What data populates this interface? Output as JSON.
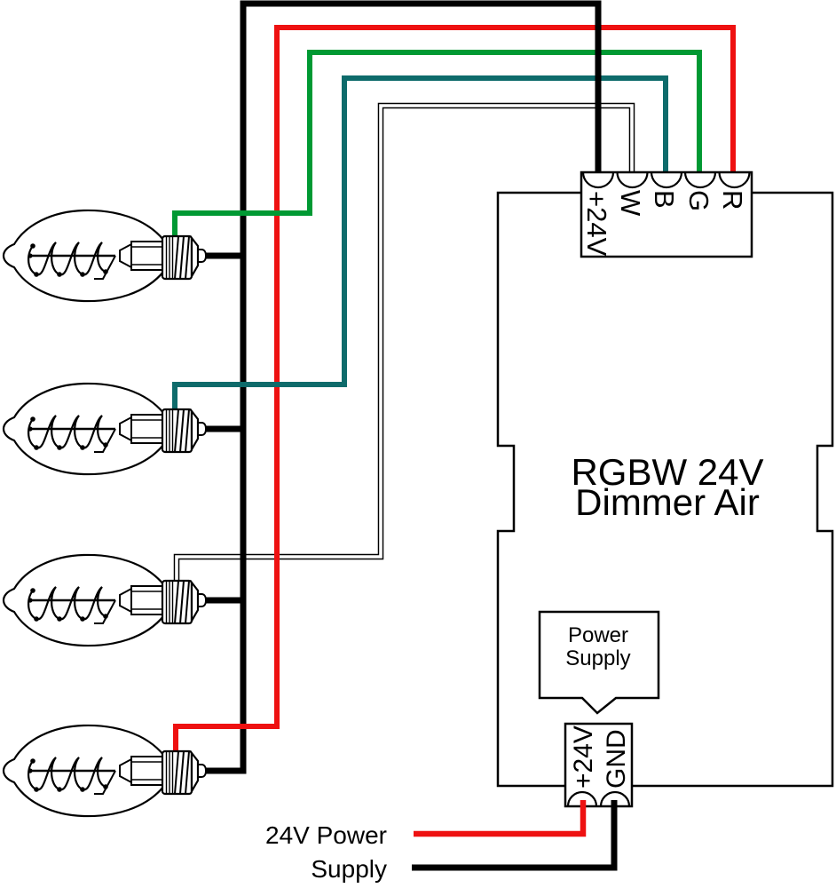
{
  "diagram": {
    "device": {
      "title_line1": "RGBW 24V",
      "title_line2": "Dimmer Air"
    },
    "top_terminal": {
      "labels": [
        "+24V",
        "W",
        "B",
        "G",
        "R"
      ]
    },
    "bottom_terminal": {
      "labels": [
        "+24V",
        "GND"
      ]
    },
    "power_supply_callout": {
      "line1": "Power",
      "line2": "Supply"
    },
    "caption": {
      "line1": "24V Power",
      "line2": "Supply"
    },
    "colors": {
      "black": "#000000",
      "red": "#ee1111",
      "green": "#009933",
      "teal": "#0e6b6b",
      "white_wire": "#ffffff"
    },
    "bulbs": [
      {
        "name": "bulb-1",
        "channel_wire": "green"
      },
      {
        "name": "bulb-2",
        "channel_wire": "teal"
      },
      {
        "name": "bulb-3",
        "channel_wire": "white"
      },
      {
        "name": "bulb-4",
        "channel_wire": "red"
      }
    ],
    "wiring": {
      "bus_color": "black",
      "bus_terminal": "+24V",
      "channel_wires": [
        {
          "terminal": "R",
          "color": "red",
          "to": "bulb-4"
        },
        {
          "terminal": "G",
          "color": "green",
          "to": "bulb-1"
        },
        {
          "terminal": "B",
          "color": "teal",
          "to": "bulb-2"
        },
        {
          "terminal": "W",
          "color": "white",
          "to": "bulb-3"
        }
      ],
      "power_wires": [
        {
          "terminal": "+24V",
          "color": "red"
        },
        {
          "terminal": "GND",
          "color": "black"
        }
      ]
    }
  }
}
